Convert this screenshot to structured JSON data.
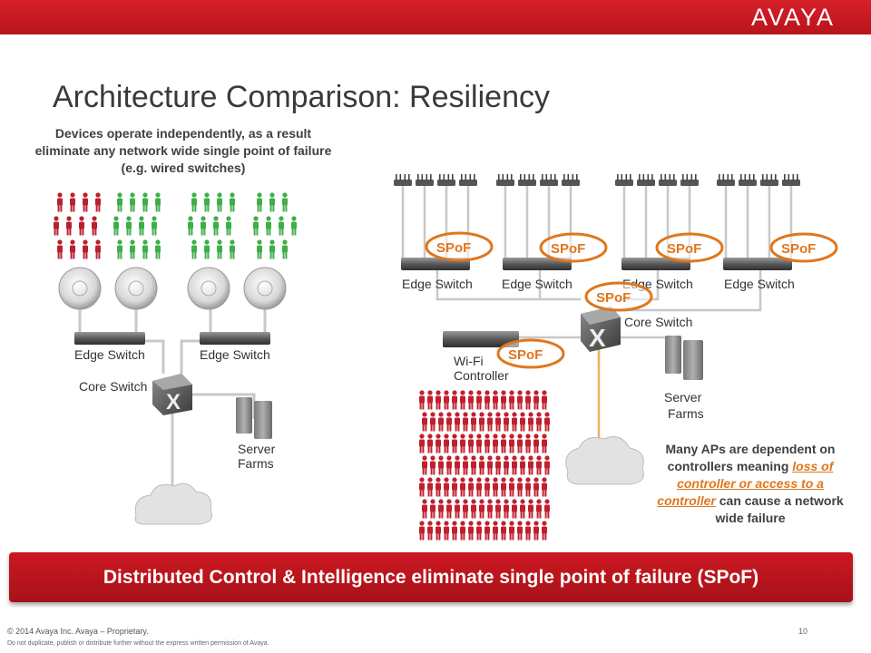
{
  "brand": {
    "logo": "AVAYA",
    "accent": "#d6202a",
    "spof_color": "#e0761c"
  },
  "title": "Architecture Comparison: Resiliency",
  "left_note": "Devices operate independently, as a result eliminate  any network wide single point of failure (e.g. wired switches)",
  "left_diagram": {
    "edge_switch": "Edge Switch",
    "core_switch": "Core Switch",
    "server_farms": [
      "Server",
      "Farms"
    ]
  },
  "right_diagram": {
    "edge_switch": "Edge Switch",
    "core_switch": "Core Switch",
    "wifi_controller": [
      "Wi-Fi",
      "Controller"
    ],
    "server_farms": [
      "Server",
      "Farms"
    ],
    "spof": "SPoF"
  },
  "right_note": {
    "before": "Many APs are dependent on controllers meaning ",
    "link": "loss of controller or access to a controller",
    "after": " can cause a network wide failure"
  },
  "banner": "Distributed Control & Intelligence eliminate single point of failure (SPoF)",
  "footer": {
    "copyright": "© 2014 Avaya Inc. Avaya – Proprietary.",
    "legal": "Do not duplicate, publish or distribute further without the express written permission of Avaya.",
    "page": "10"
  }
}
